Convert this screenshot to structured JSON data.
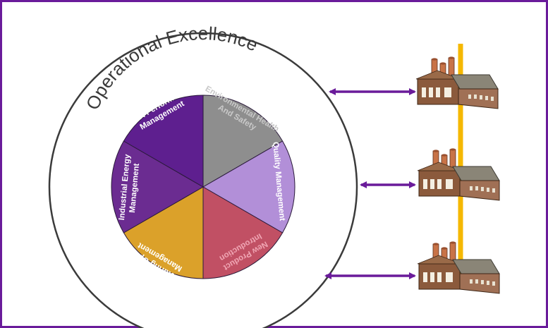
{
  "title": "Operational Excellence",
  "segments": [
    {
      "label_lines": [
        "Environmental Health",
        "And Safety"
      ],
      "fill": "#8e8e8e",
      "text_color": "#c9c9c9"
    },
    {
      "label_lines": [
        "Quality Management"
      ],
      "fill": "#b28fd8",
      "text_color": "#ffffff"
    },
    {
      "label_lines": [
        "New Product",
        "Introduction"
      ],
      "fill": "#c15064",
      "text_color": "#f0a6b4"
    },
    {
      "label_lines": [
        "Manufacturing Operations",
        "Management"
      ],
      "fill": "#dba12a",
      "text_color": "#ffffff"
    },
    {
      "label_lines": [
        "Industrial Energy",
        "Management"
      ],
      "fill": "#6b2c91",
      "text_color": "#ffffff"
    },
    {
      "label_lines": [
        "Asset Performance",
        "Management"
      ],
      "fill": "#5e1f8f",
      "text_color": "#ffffff"
    }
  ],
  "colors": {
    "frame": "#6a1b9a",
    "arrow": "#6a1b9a",
    "link_line": "#f5b800",
    "factory_wall": "#8b5a3c",
    "factory_roof": "#8a8577",
    "chimney": "#c87347"
  },
  "factories": [
    {
      "name": "factory-top",
      "arrow": "bidirectional-arrow"
    },
    {
      "name": "factory-middle",
      "arrow": "bidirectional-arrow"
    },
    {
      "name": "factory-bottom",
      "arrow": "bidirectional-arrow"
    }
  ]
}
